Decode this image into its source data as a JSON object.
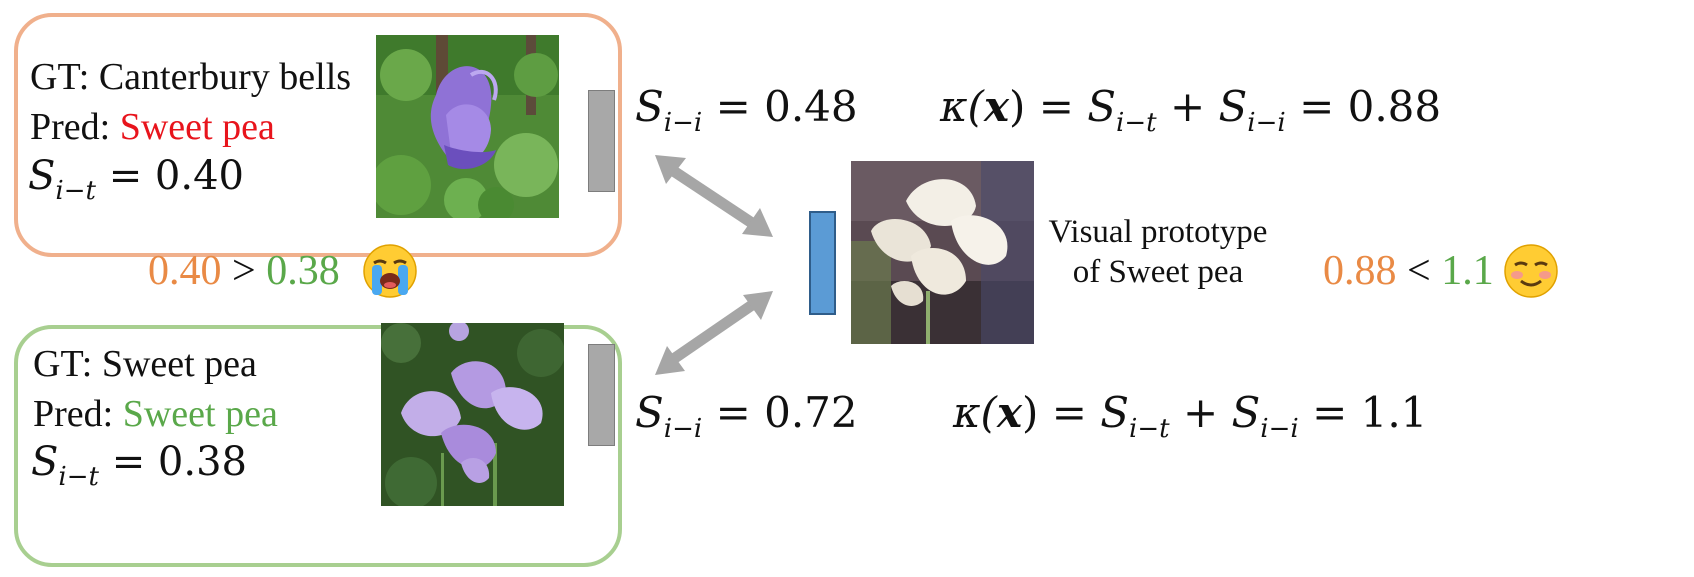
{
  "top_card": {
    "gt_label": "GT: Canterbury bells",
    "pred_prefix": "Pred: ",
    "pred_value": "Sweet pea",
    "sim_var": "S",
    "sim_sub": "i−t",
    "sim_value": "= 0.40",
    "pred_color": "#e8141c",
    "border_color": "#f0b08c"
  },
  "bottom_card": {
    "gt_label": "GT: Sweet pea",
    "pred_prefix": "Pred: ",
    "pred_value": "Sweet pea",
    "sim_var": "S",
    "sim_sub": "i−t",
    "sim_value": "= 0.38",
    "pred_color": "#5aa84a",
    "border_color": "#a8cf90"
  },
  "comparison_left": {
    "left": "0.40",
    "op": ">",
    "right": "0.38",
    "emoji": "loudly-crying-face-icon"
  },
  "comparison_right": {
    "left": "0.88",
    "op": "<",
    "right": "1.1",
    "emoji": "smiling-face-icon"
  },
  "similarity_top": {
    "var": "S",
    "sub": "i−i",
    "value": "= 0.48"
  },
  "similarity_bottom": {
    "var": "S",
    "sub": "i−i",
    "value": "= 0.72"
  },
  "kappa_top": {
    "lhs": "κ(",
    "x": "x",
    "rhs_open": ") = ",
    "s1": "S",
    "s1_sub": "i−t",
    "plus": " + ",
    "s2": "S",
    "s2_sub": "i−i",
    "result": " = 0.88"
  },
  "kappa_bottom": {
    "lhs": "κ(",
    "x": "x",
    "rhs_open": ") = ",
    "s1": "S",
    "s1_sub": "i−t",
    "plus": " + ",
    "s2": "S",
    "s2_sub": "i−i",
    "result": " = 1.1"
  },
  "prototype_caption": {
    "line1": "Visual prototype",
    "line2": "of Sweet pea"
  },
  "colors": {
    "orange": "#e98a45",
    "green": "#5aa84a",
    "red": "#e8141c",
    "feature_gray": "#a8a8a8",
    "prototype_blue": "#5b9bd5",
    "arrow_gray": "#a6a6a6"
  }
}
